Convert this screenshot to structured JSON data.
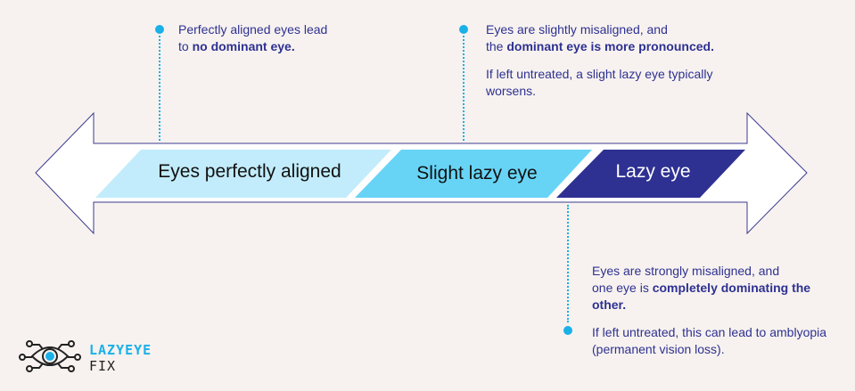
{
  "bands": [
    {
      "label": "Eyes perfectly aligned",
      "color": "#c2ecfb"
    },
    {
      "label": "Slight lazy eye",
      "color": "#67d4f6"
    },
    {
      "label": "Lazy eye",
      "color": "#2e3192"
    }
  ],
  "notes": {
    "aligned": {
      "line1": "Perfectly aligned eyes lead",
      "line2_pre": "to ",
      "line2_bold": "no dominant eye."
    },
    "slight": {
      "line1": "Eyes are slightly misaligned, and",
      "line2_pre": "the ",
      "line2_bold": "dominant eye is more pronounced.",
      "para2": "If left untreated, a slight lazy eye typically worsens."
    },
    "lazy": {
      "line1": "Eyes are strongly misaligned, and",
      "line2_pre": "one eye is ",
      "line2_bold": "completely dominating the other.",
      "para2": "If left untreated, this can lead to amblyopia (permanent vision loss)."
    }
  },
  "logo": {
    "line1": "LAZYEYE",
    "line2": "FIX",
    "accent": "#1ab0e8"
  }
}
